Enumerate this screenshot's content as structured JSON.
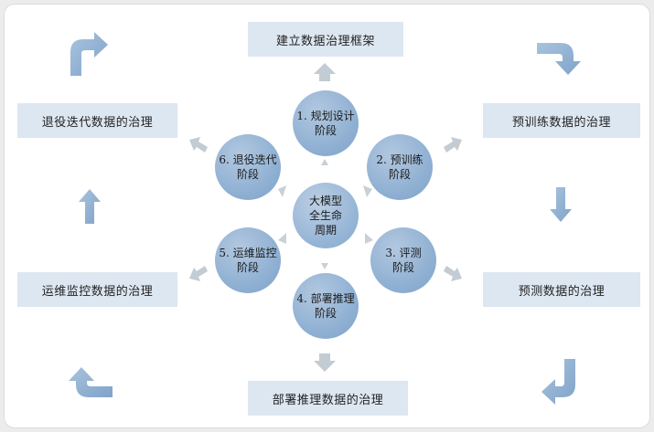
{
  "center": {
    "line1": "大模型",
    "line2": "全生命",
    "line3": "周期"
  },
  "stages": [
    {
      "line1": "1. 规划设计",
      "line2": "阶段"
    },
    {
      "line1": "2. 预训练",
      "line2": "阶段"
    },
    {
      "line1": "3. 评测",
      "line2": "阶段"
    },
    {
      "line1": "4. 部署推理",
      "line2": "阶段"
    },
    {
      "line1": "5. 运维监控",
      "line2": "阶段"
    },
    {
      "line1": "6. 退役迭代",
      "line2": "阶段"
    }
  ],
  "outcomes": [
    "建立数据治理框架",
    "预训练数据的治理",
    "预测数据的治理",
    "部署推理数据的治理",
    "运维监控数据的治理",
    "退役迭代数据的治理"
  ],
  "colors": {
    "box_fill": "#dde7f1",
    "circle_fill": "#8eafd2",
    "arrow_gray": "#c3cbd3",
    "arrow_blue": "#8fb0d3"
  }
}
